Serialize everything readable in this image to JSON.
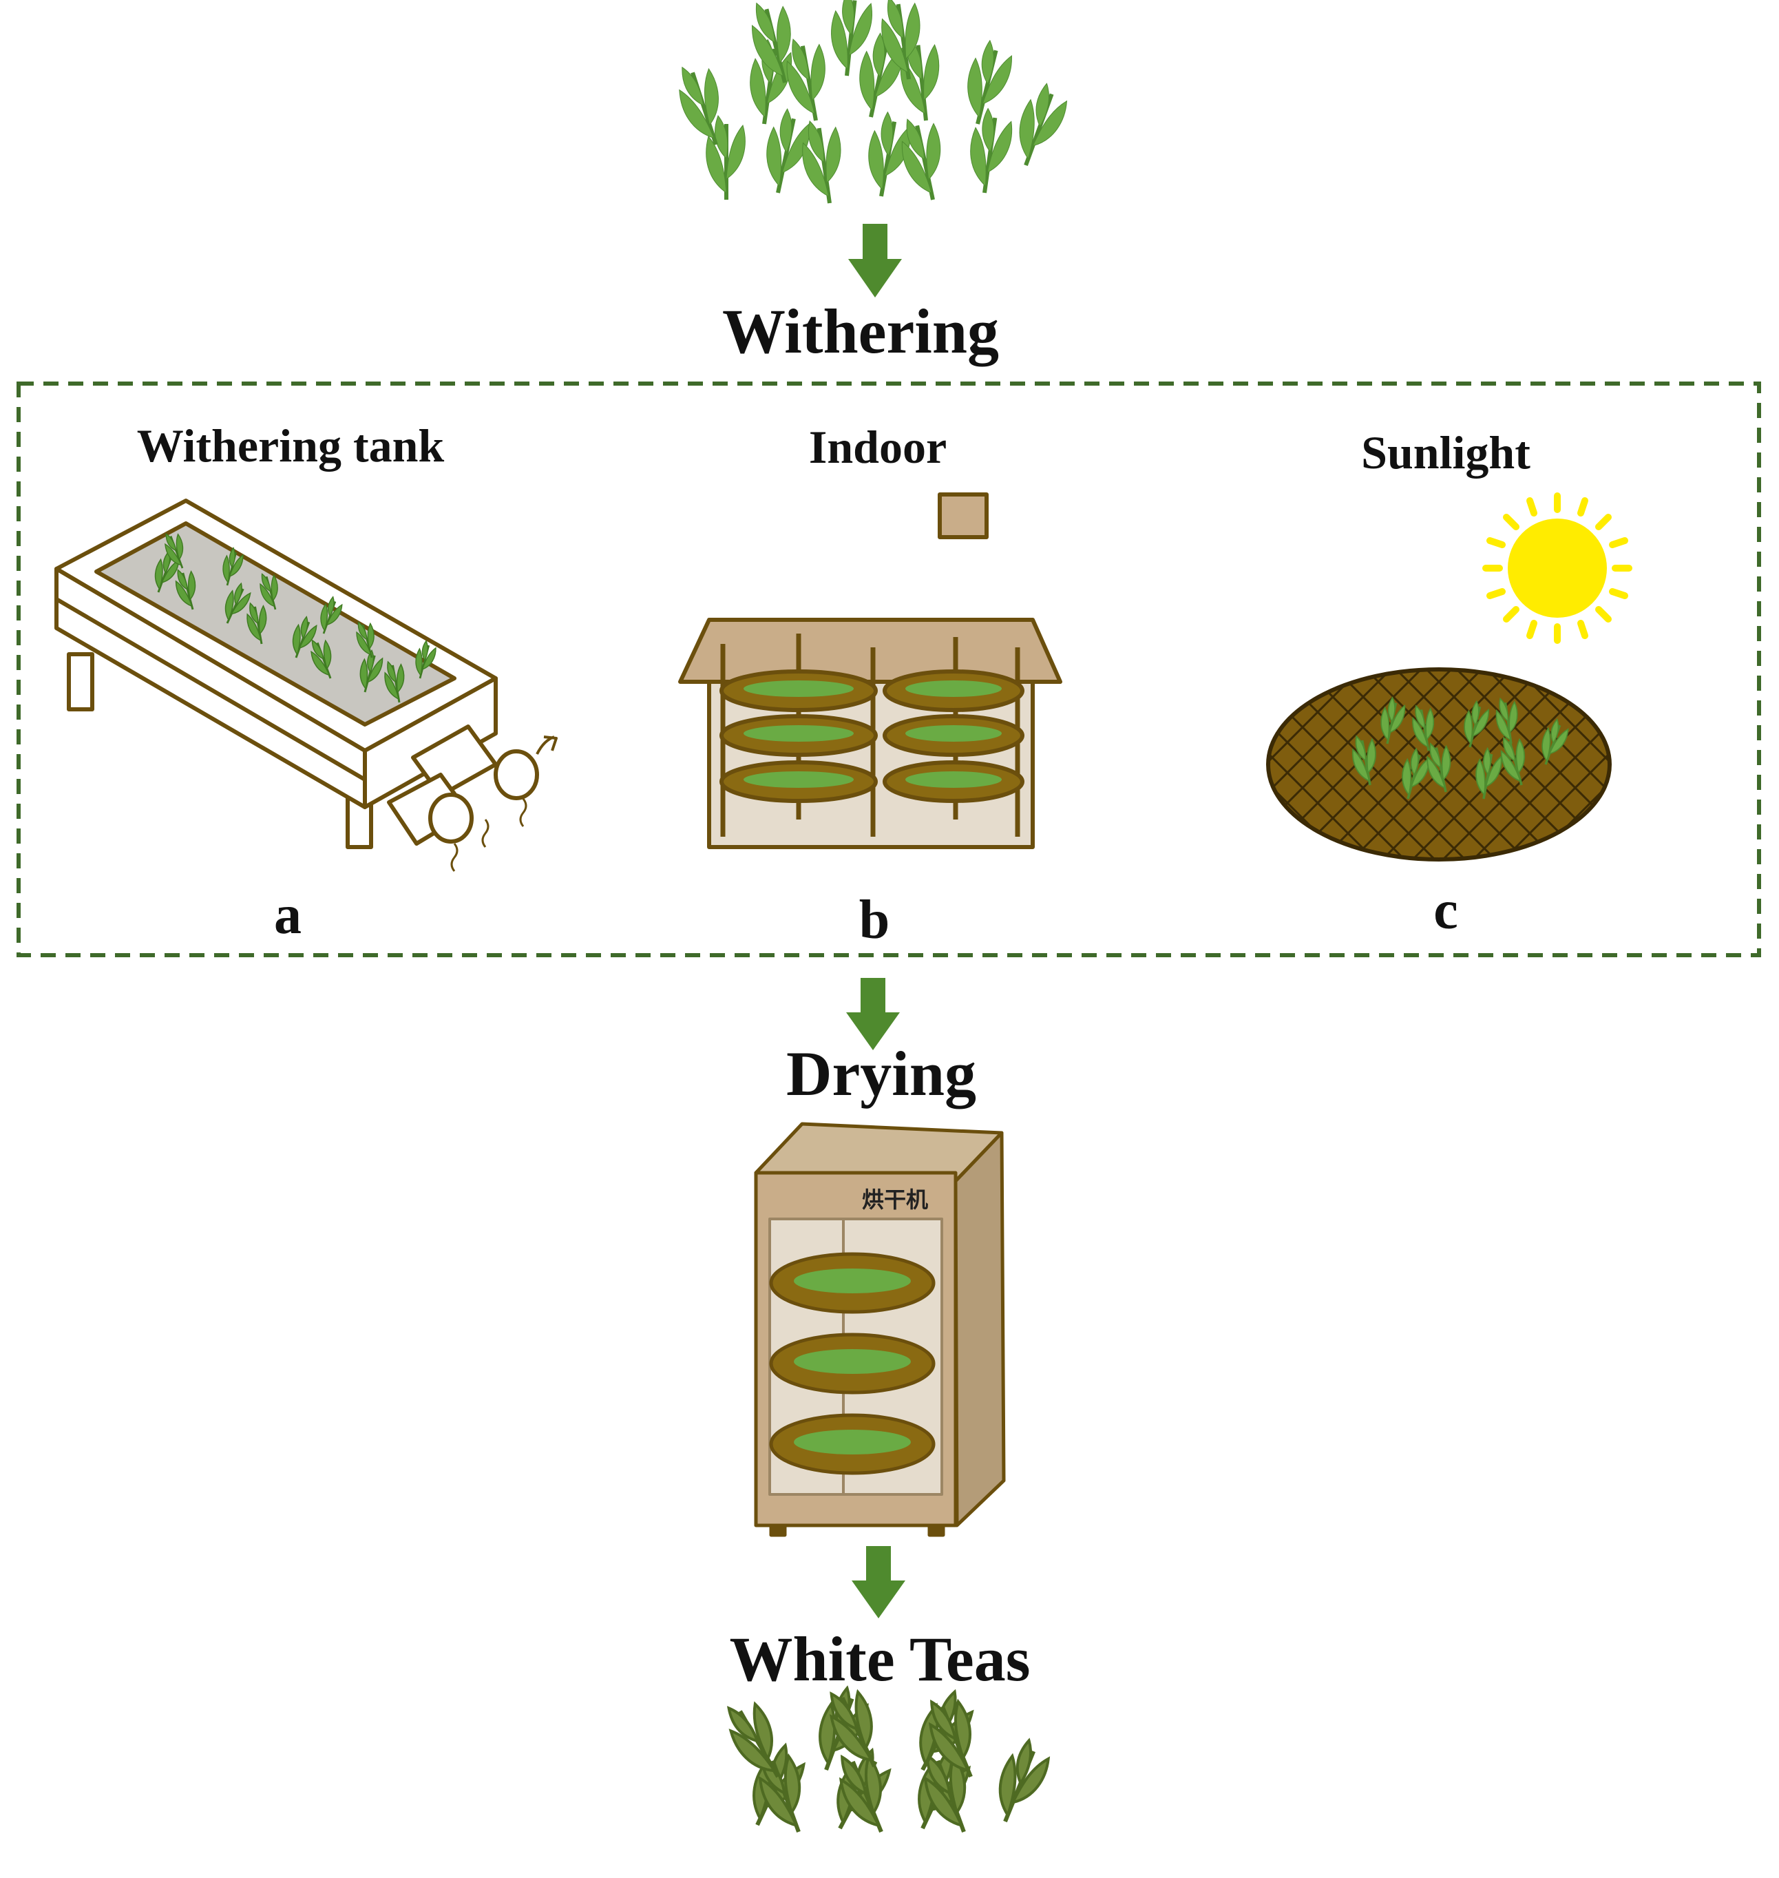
{
  "steps": {
    "withering": "Withering",
    "drying": "Drying",
    "final": "White Teas"
  },
  "methods": {
    "a": {
      "label": "Withering tank",
      "letter": "a"
    },
    "b": {
      "label": "Indoor",
      "letter": "b"
    },
    "c": {
      "label": "Sunlight",
      "letter": "c"
    }
  },
  "dryer_label": "烘干机",
  "colors": {
    "arrow": "#4f8a2e",
    "leaf_fresh": "#6aab44",
    "leaf_dried": "#6f8a3a",
    "frame_brown": "#6b4f0d",
    "box_border": "#3f6a2a",
    "wood": "#c9ad89",
    "tray": "#8a6a12",
    "sun": "#ffec00"
  },
  "icons": [
    "fresh-leaves-icon",
    "withering-tank-icon",
    "house-icon",
    "sun-icon",
    "bamboo-tray-icon",
    "dryer-cabinet-icon",
    "dried-leaves-icon",
    "down-arrow-icon"
  ]
}
